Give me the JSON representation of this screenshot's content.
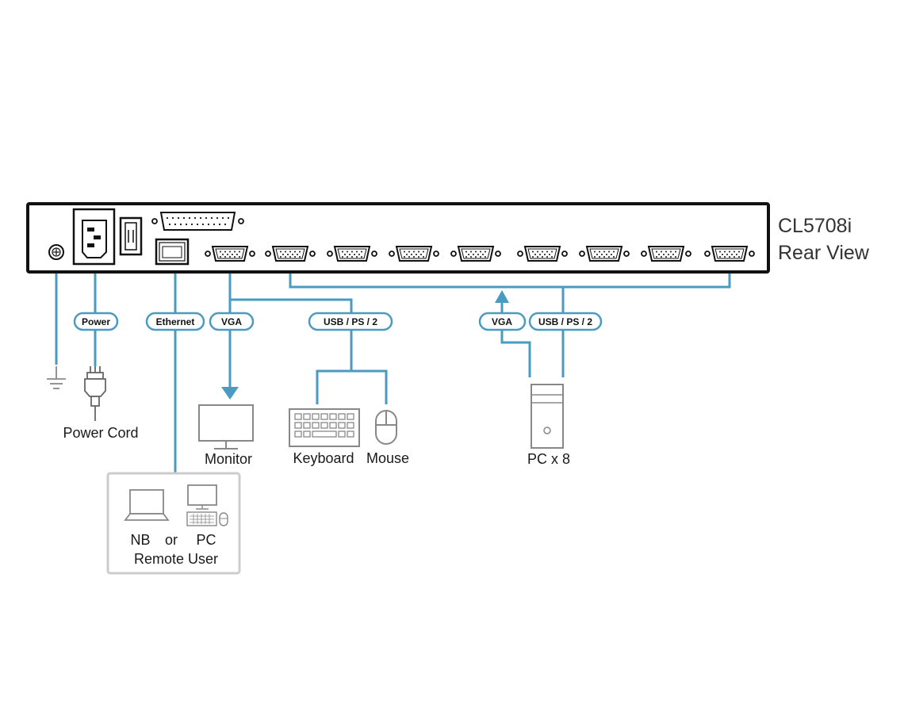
{
  "product": {
    "model": "CL5708i",
    "view": "Rear View"
  },
  "cable_labels": {
    "power": "Power",
    "ethernet": "Ethernet",
    "vga_console": "VGA",
    "usb_ps2_console": "USB / PS / 2",
    "vga_pc": "VGA",
    "usb_ps2_pc": "USB / PS / 2"
  },
  "devices": {
    "power_cord": "Power Cord",
    "monitor": "Monitor",
    "keyboard": "Keyboard",
    "mouse": "Mouse",
    "pc": "PC x 8",
    "remote": {
      "nb": "NB",
      "or": "or",
      "pc": "PC",
      "user": "Remote User"
    }
  },
  "colors": {
    "cable": "#4a9bc0",
    "device_outline": "#888888",
    "chassis_border": "#111111",
    "remote_box_border": "#cccccc"
  },
  "icons": [
    "ground-icon",
    "power-socket-icon",
    "power-switch-icon",
    "rj45-port-icon",
    "db25-port-icon",
    "db15-port-icon",
    "power-plug-icon",
    "monitor-icon",
    "keyboard-icon",
    "mouse-icon",
    "pc-tower-icon",
    "laptop-icon",
    "desktop-pc-icon"
  ]
}
